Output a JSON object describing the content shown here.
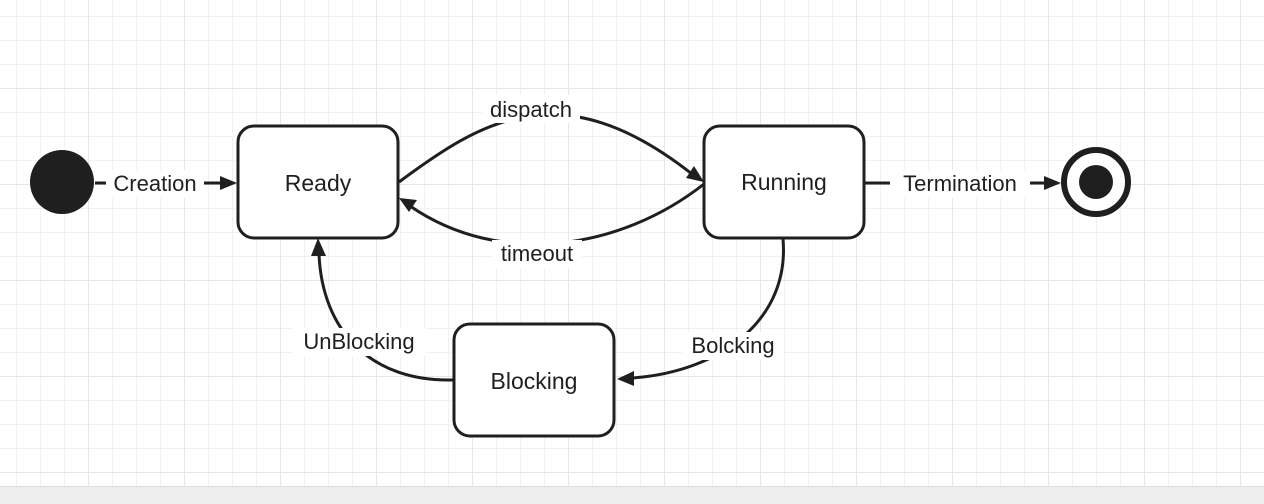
{
  "diagram": {
    "states": {
      "ready": "Ready",
      "running": "Running",
      "blocking": "Blocking"
    },
    "transitions": {
      "creation": "Creation",
      "dispatch": "dispatch",
      "timeout": "timeout",
      "termination": "Termination",
      "bolcking": "Bolcking",
      "unblocking": "UnBlocking"
    }
  },
  "colors": {
    "stroke": "#1f1f1f",
    "grid_major": "#e6e6e6",
    "grid_minor": "#f1f1f1",
    "background": "#ffffff"
  }
}
